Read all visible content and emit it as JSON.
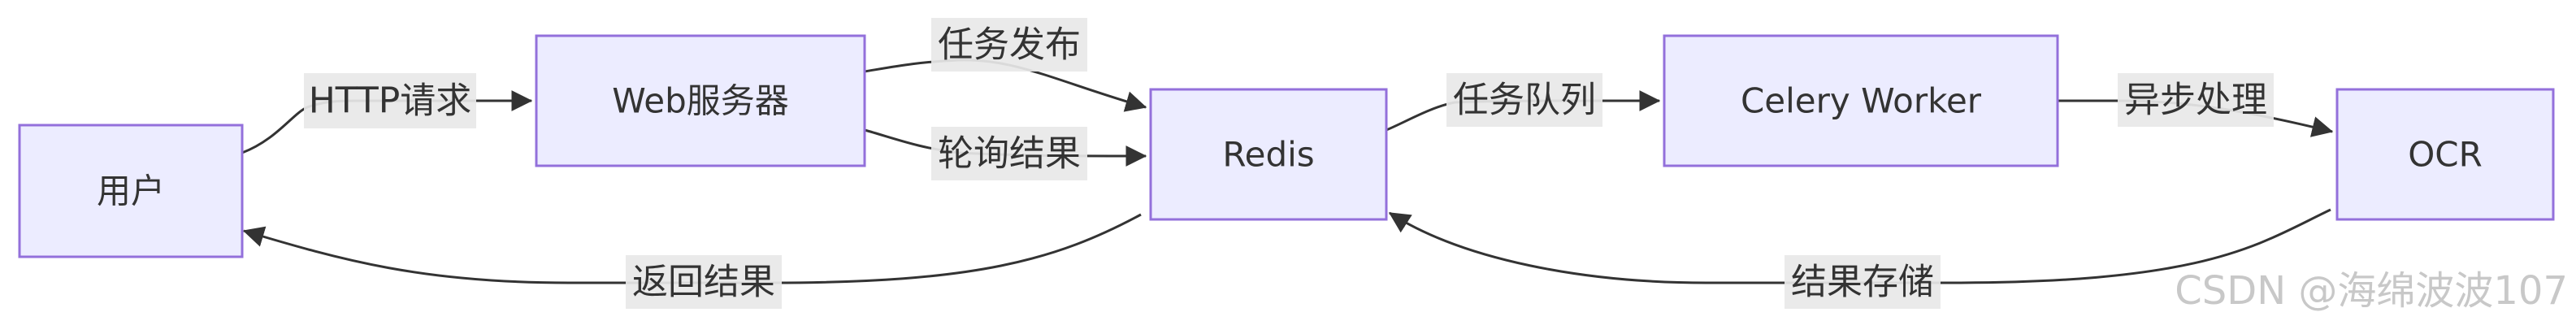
{
  "nodes": {
    "user": "用户",
    "web_server": "Web服务器",
    "redis": "Redis",
    "celery_worker": "Celery Worker",
    "ocr": "OCR"
  },
  "edges": {
    "user_to_web": "HTTP请求",
    "web_to_redis_publish": "任务发布",
    "web_to_redis_poll": "轮询结果",
    "redis_to_worker": "任务队列",
    "worker_to_ocr": "异步处理",
    "ocr_to_redis": "结果存储",
    "redis_to_user": "返回结果"
  },
  "watermark": "CSDN @海绵波波107",
  "colors": {
    "node_fill": "#ECECFF",
    "node_stroke": "#9370DB",
    "edge": "#333333",
    "label_bg": "#e8e8e8"
  }
}
